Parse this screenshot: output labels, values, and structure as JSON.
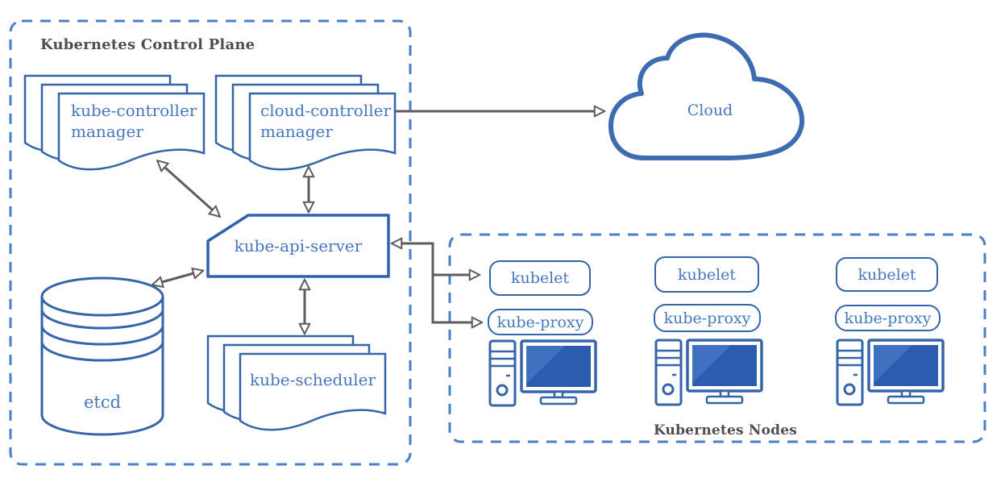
{
  "groups": {
    "control_plane": "Kubernetes Control Plane",
    "nodes": "Kubernetes Nodes"
  },
  "components": {
    "kube_controller_manager": {
      "label": "kube-controller manager",
      "shape": "document-stack"
    },
    "cloud_controller_manager": {
      "label": "cloud-controller manager",
      "shape": "document-stack"
    },
    "kube_api_server": {
      "label": "kube-api-server",
      "shape": "flag-rectangle"
    },
    "etcd": {
      "label": "etcd",
      "shape": "database-cylinder"
    },
    "kube_scheduler": {
      "label": "kube-scheduler",
      "shape": "document-stack"
    },
    "cloud": {
      "label": "Cloud",
      "shape": "cloud"
    }
  },
  "nodes": {
    "items": [
      {
        "kubelet": "kubelet",
        "kube_proxy": "kube-proxy",
        "icon": "computer-icon"
      },
      {
        "kubelet": "kubelet",
        "kube_proxy": "kube-proxy",
        "icon": "computer-icon"
      },
      {
        "kubelet": "kubelet",
        "kube_proxy": "kube-proxy",
        "icon": "computer-icon"
      }
    ]
  },
  "edges": [
    {
      "from": "kube-controller-manager",
      "to": "kube-api-server",
      "style": "bidirectional"
    },
    {
      "from": "cloud-controller-manager",
      "to": "kube-api-server",
      "style": "bidirectional"
    },
    {
      "from": "cloud-controller-manager",
      "to": "cloud",
      "style": "arrow"
    },
    {
      "from": "etcd",
      "to": "kube-api-server",
      "style": "bidirectional"
    },
    {
      "from": "kube-scheduler",
      "to": "kube-api-server",
      "style": "bidirectional"
    },
    {
      "from": "kubernetes-nodes",
      "to": "kube-api-server",
      "style": "arrow"
    },
    {
      "from": "kube-api-server",
      "to": "kubelet-node-1",
      "style": "arrow"
    },
    {
      "from": "kube-api-server",
      "to": "kube-proxy-node-1",
      "style": "arrow"
    }
  ],
  "colors": {
    "shape_stroke": "#3465a8",
    "text_blue": "#4677bd",
    "dashed_border": "#4a7fca",
    "label_gray": "#4e4e4e",
    "arrow_gray": "#5d5d5d",
    "screen_dark": "#2b5cad",
    "screen_light": "#4070c0"
  }
}
